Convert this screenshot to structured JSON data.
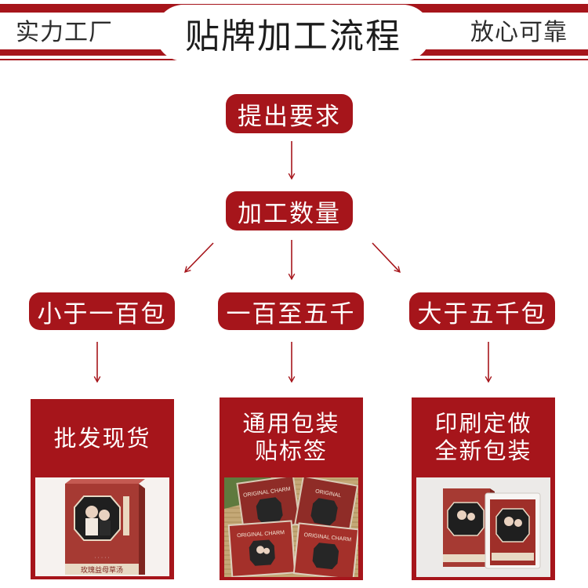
{
  "banner": {
    "left_slogan": "实力工厂",
    "title": "贴牌加工流程",
    "right_slogan": "放心可靠"
  },
  "flow": {
    "step1": "提出要求",
    "step2": "加工数量",
    "options": [
      "小于一百包",
      "一百至五千",
      "大于五千包"
    ]
  },
  "panels": {
    "wholesale": {
      "title": "批发现货",
      "photo_text": "玫瑰益母草汤"
    },
    "general": {
      "title": "通用包装\n贴标签",
      "photo_text": "ORIGINAL CHARM"
    },
    "custom": {
      "title": "印刷定做\n全新包装"
    }
  },
  "colors": {
    "brand_red": "#a6151b",
    "box_red": "#a63a33",
    "paper_beige": "#e8d9c4"
  }
}
